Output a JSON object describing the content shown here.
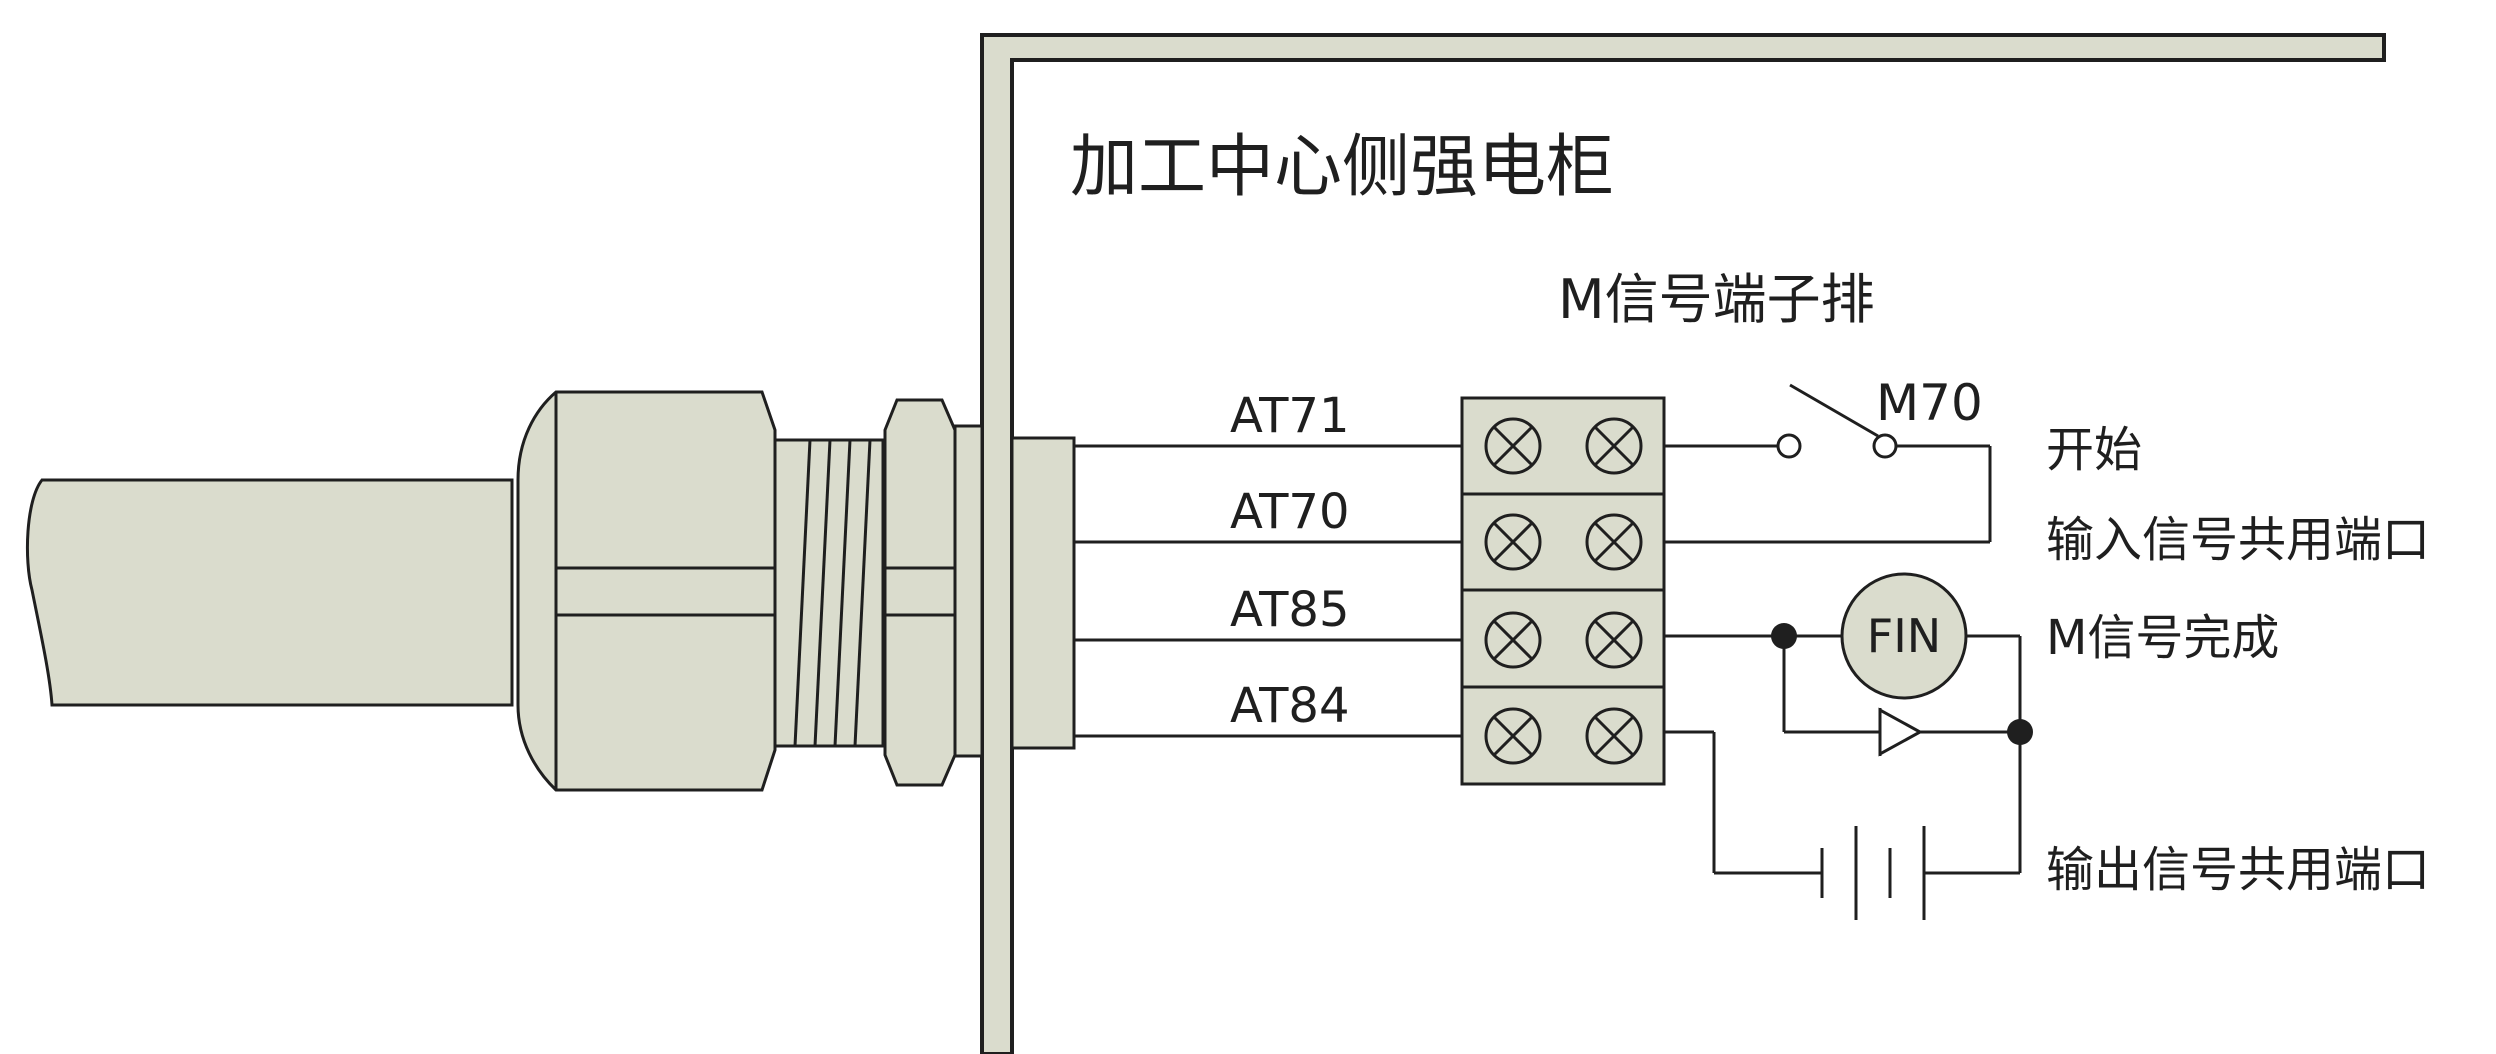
{
  "diagram": {
    "cabinet_title": "加工中心侧强电柜",
    "terminal_block_title": "M信号端子排",
    "wire_labels": [
      "AT71",
      "AT70",
      "AT85",
      "AT84"
    ],
    "switch_label": "M70",
    "lamp_label": "FIN",
    "right_labels": {
      "start": "开始",
      "input_common": "输入信号共用端口",
      "m_complete": "M信号完成",
      "output_common": "输出信号共用端口"
    },
    "colors": {
      "panel_fill": "#dadccd",
      "line": "#1f1f1f",
      "background": "#ffffff"
    }
  }
}
